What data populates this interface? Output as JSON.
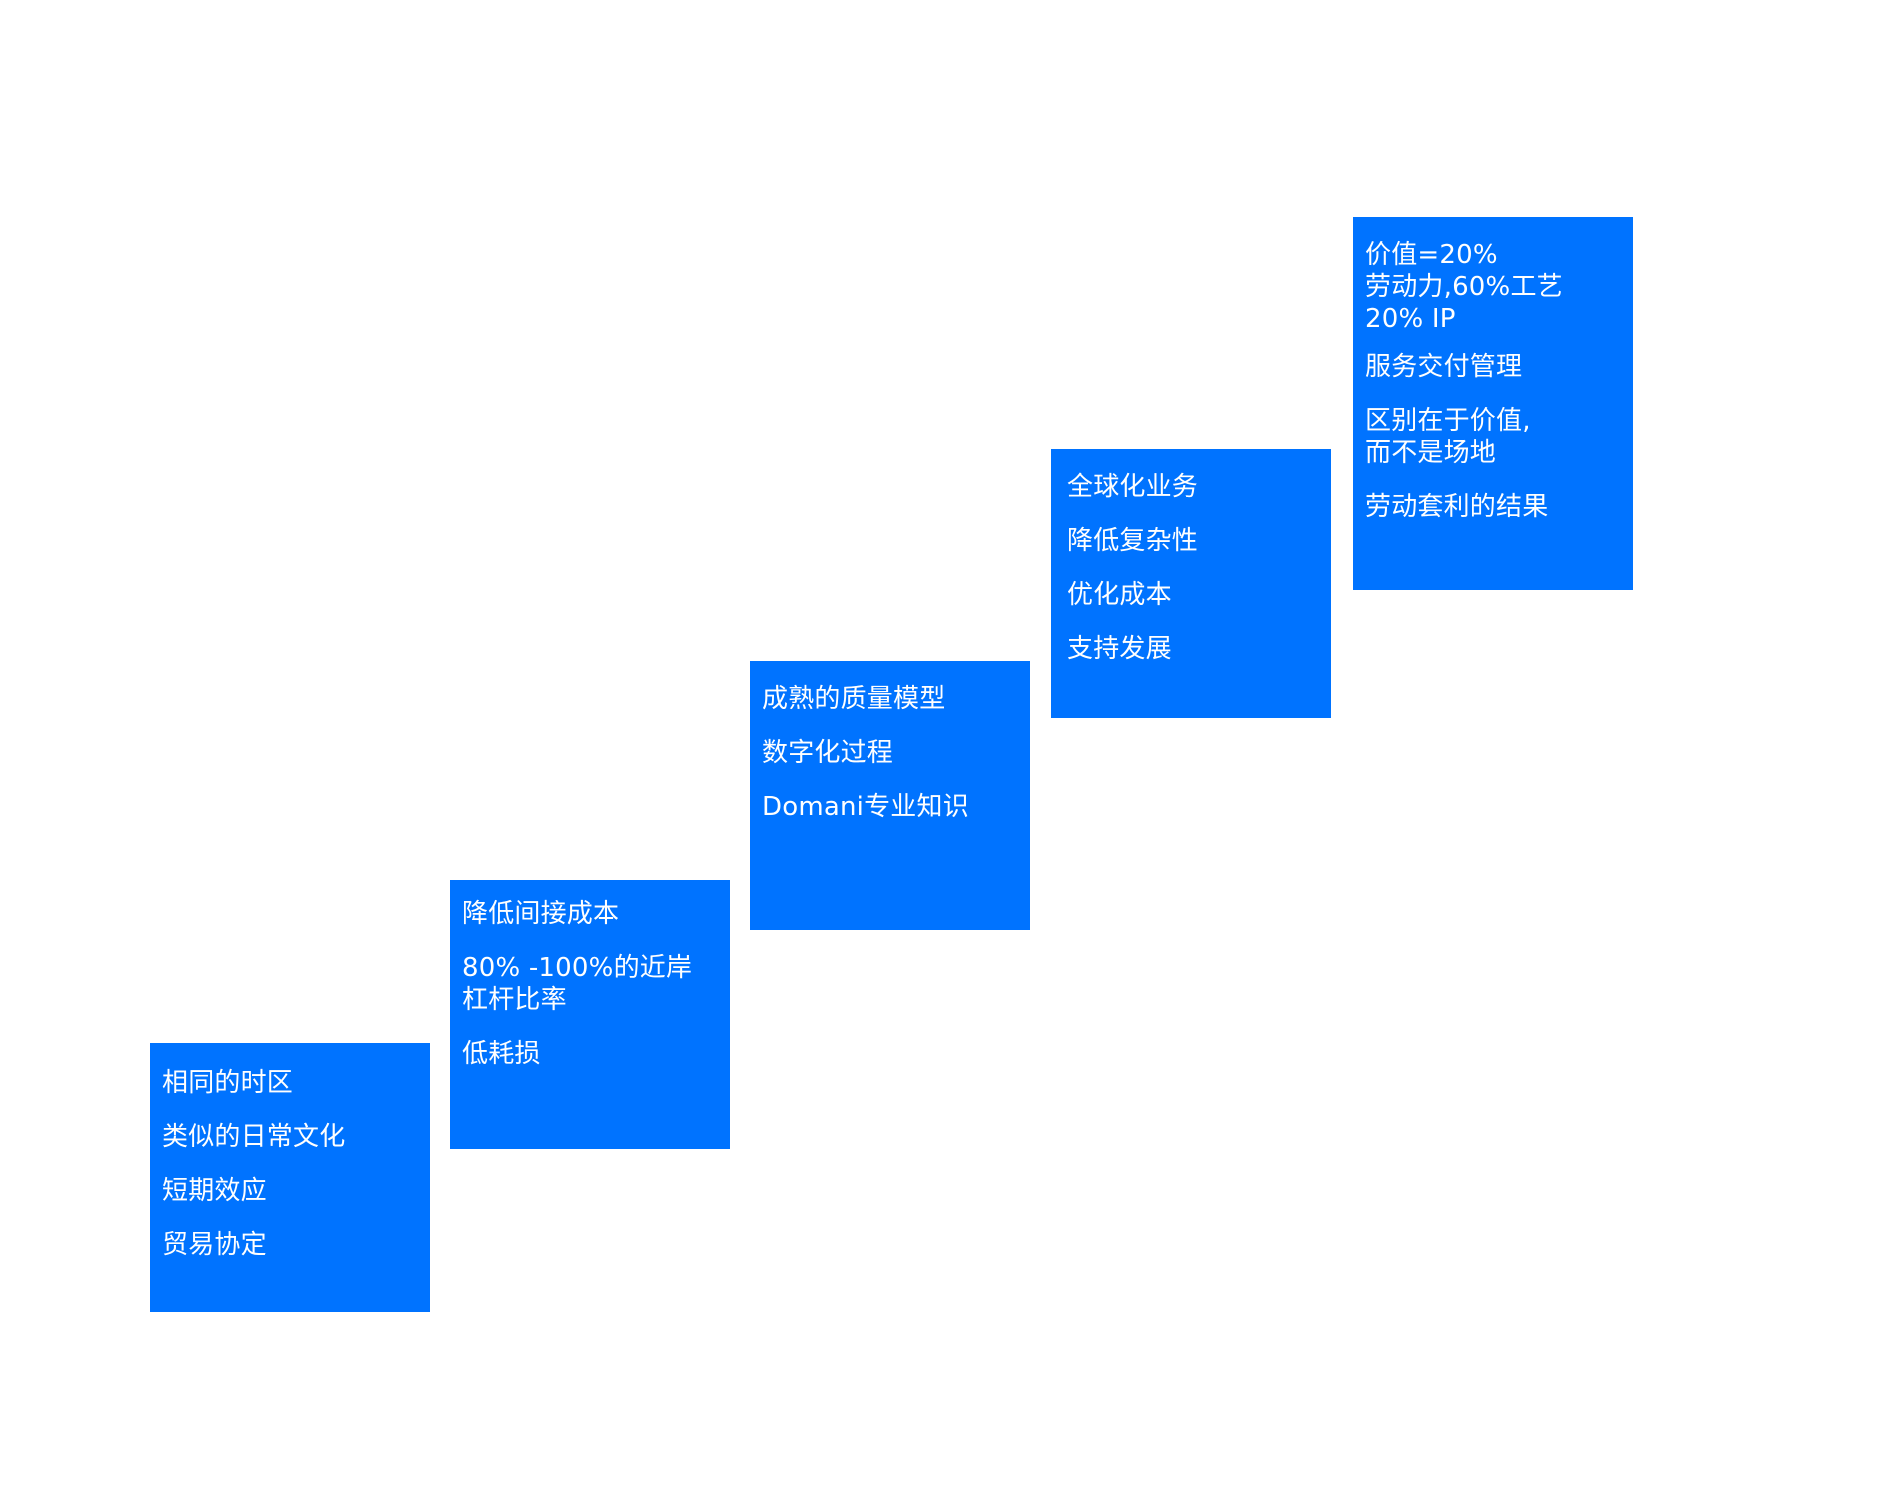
{
  "diagram": {
    "accent_color": "#0073ff",
    "text_color": "#ffffff",
    "steps": [
      {
        "items": [
          "相同的时区",
          "类似的日常文化",
          "短期效应",
          "贸易协定"
        ]
      },
      {
        "items": [
          "降低间接成本",
          "80% -100%的近岸\n杠杆比率",
          "低耗损"
        ]
      },
      {
        "items": [
          "成熟的质量模型",
          "数字化过程",
          "Domani专业知识"
        ]
      },
      {
        "items": [
          "全球化业务",
          "降低复杂性",
          "优化成本",
          "支持发展"
        ]
      },
      {
        "items": [
          "价值=20%\n劳动力,60%工艺\n20% IP",
          "服务交付管理",
          "区别在于价值,\n而不是场地",
          "劳动套利的结果"
        ]
      }
    ]
  }
}
